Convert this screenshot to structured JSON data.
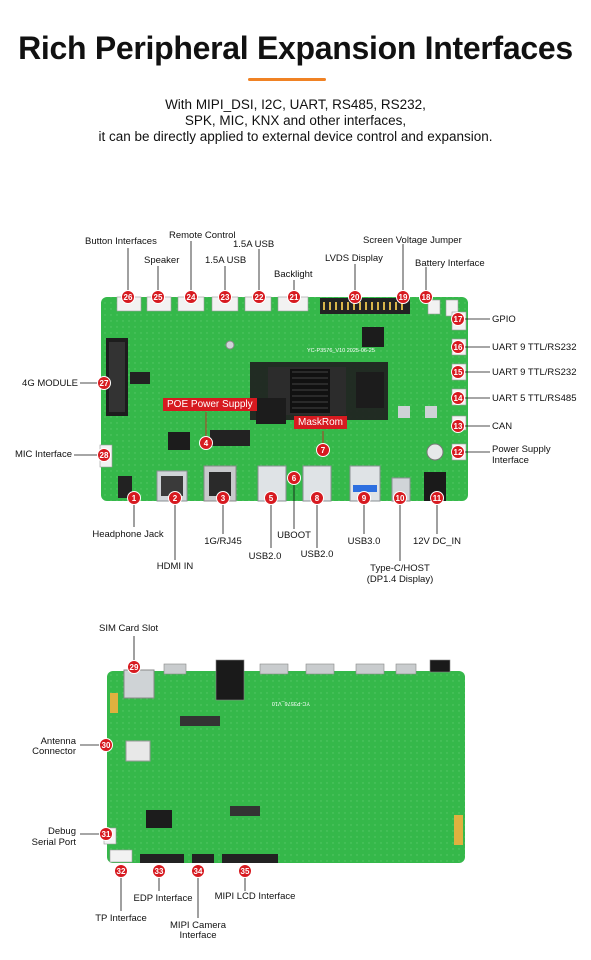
{
  "header": {
    "title": "Rich Peripheral Expansion Interfaces",
    "subtitle_lines": [
      "With MIPI_DSI, I2C, UART, RS485, RS232,",
      "SPK, MIC, KNX and other interfaces,",
      "it can be directly applied to external device control and expansion."
    ]
  },
  "board": {
    "silk_model": "YC-P3576_V10",
    "silk_date": "2025-06-25"
  },
  "red_tags": {
    "poe": "POE Power Supply",
    "maskrom": "MaskRom"
  },
  "markers": [
    "1",
    "2",
    "3",
    "4",
    "5",
    "6",
    "7",
    "8",
    "9",
    "10",
    "11",
    "12",
    "13",
    "14",
    "15",
    "16",
    "17",
    "18",
    "19",
    "20",
    "21",
    "22",
    "23",
    "24",
    "25",
    "26",
    "27",
    "28",
    "29",
    "30",
    "31",
    "32",
    "33",
    "34",
    "35"
  ],
  "labels": {
    "l1": "Headphone Jack",
    "l2": "HDMI IN",
    "l3": "1G/RJ45",
    "l5": "USB2.0",
    "l6": "UBOOT",
    "l8": "USB2.0",
    "l9": "USB3.0",
    "l10a": "Type-C/HOST",
    "l10b": "(DP1.4 Display)",
    "l11": "12V DC_IN",
    "l12a": "Power Supply",
    "l12b": "Interface",
    "l13": "CAN",
    "l14": "UART 5 TTL/RS485",
    "l15": "UART 9 TTL/RS232",
    "l16": "UART 9 TTL/RS232",
    "l17": "GPIO",
    "l18": "Battery Interface",
    "l19": "Screen Voltage Jumper",
    "l20": "LVDS Display",
    "l21": "Backlight",
    "l22": "1.5A USB",
    "l23": "1.5A USB",
    "l24": "Remote Control",
    "l25": "Speaker",
    "l26": "Button Interfaces",
    "l27": "4G MODULE",
    "l28": "MIC Interface",
    "l29": "SIM Card Slot",
    "l30a": "Antenna",
    "l30b": "Connector",
    "l31a": "Debug",
    "l31b": "Serial Port",
    "l32": "TP Interface",
    "l33": "EDP Interface",
    "l34a": "MIPI Camera",
    "l34b": "Interface",
    "l35": "MIPI LCD Interface"
  },
  "colors": {
    "accent": "#f08224",
    "marker": "#d71a20",
    "pcb": "#35b84a",
    "pcb_dark": "#2aa03c"
  }
}
